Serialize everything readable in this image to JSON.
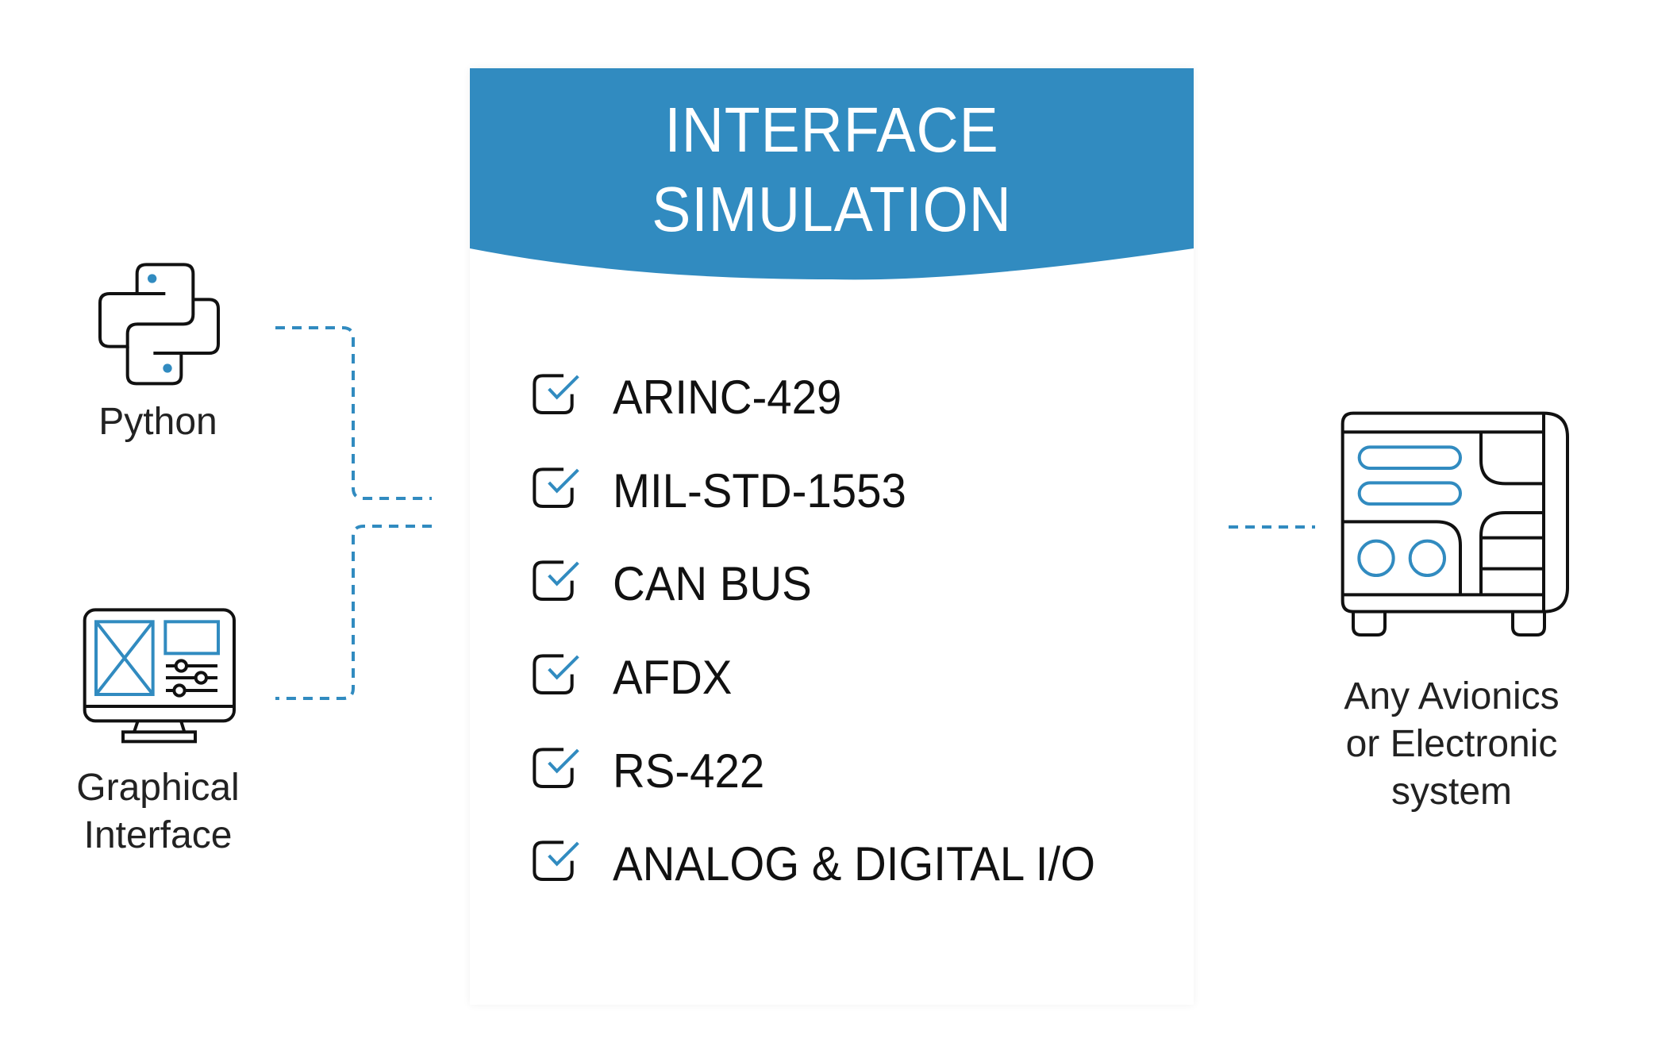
{
  "colors": {
    "accent": "#318bc0",
    "stroke": "#111111"
  },
  "card": {
    "title_line1": "INTERFACE",
    "title_line2": "SIMULATION",
    "items": [
      {
        "label": "ARINC-429"
      },
      {
        "label": "MIL-STD-1553"
      },
      {
        "label": "CAN BUS"
      },
      {
        "label": "AFDX"
      },
      {
        "label": "RS-422"
      },
      {
        "label": "ANALOG & DIGITAL I/O"
      }
    ]
  },
  "left": {
    "python_label": "Python",
    "gui_label_line1": "Graphical",
    "gui_label_line2": "Interface"
  },
  "right": {
    "line1": "Any Avionics",
    "line2": "or Electronic",
    "line3": "system"
  }
}
